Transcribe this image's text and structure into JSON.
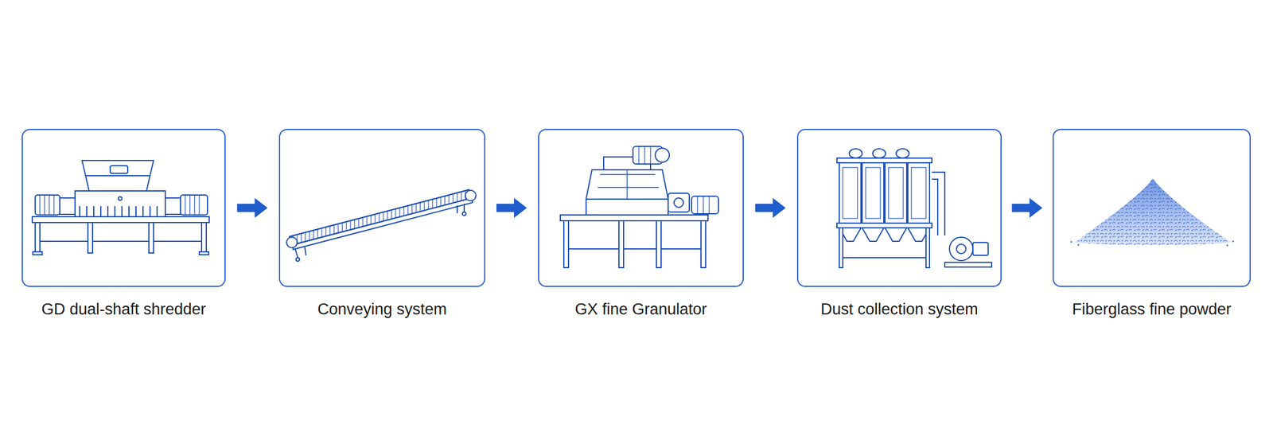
{
  "diagram": {
    "nodes": [
      {
        "text": [
          "GD dual-shaft shredder"
        ]
      },
      {
        "text": [
          "Conveying system"
        ]
      },
      {
        "text": [
          "GX fine Granulator"
        ]
      },
      {
        "text": [
          "Dust collection system"
        ]
      },
      {
        "text": [
          "Fiberglass fine powder"
        ]
      }
    ],
    "edges": [
      {
        "from": 0,
        "to": 1,
        "arrow": "to"
      },
      {
        "from": 1,
        "to": 2,
        "arrow": "to"
      },
      {
        "from": 2,
        "to": 3,
        "arrow": "to"
      },
      {
        "from": 3,
        "to": 4,
        "arrow": "to"
      }
    ]
  }
}
